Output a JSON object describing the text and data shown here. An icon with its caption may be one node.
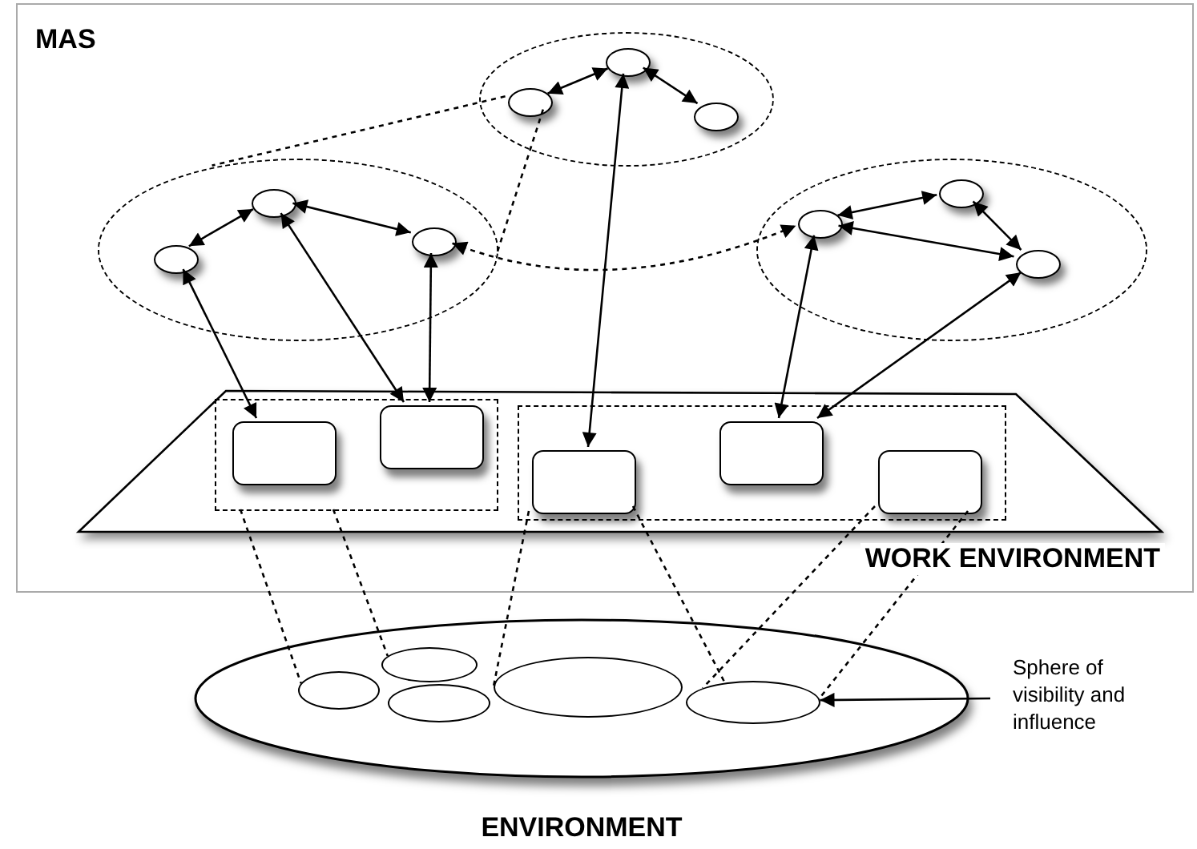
{
  "diagram": {
    "nodes": [
      {
        "text": [
          "MAS"
        ]
      },
      {
        "text": [],
        "shape": "ellipse",
        "in": 0
      },
      {
        "text": [],
        "shape": "ellipse",
        "in": 1
      },
      {
        "text": [],
        "shape": "ellipse",
        "in": 1
      },
      {
        "text": [],
        "shape": "ellipse",
        "in": 1
      },
      {
        "text": [],
        "shape": "ellipse",
        "in": 0
      },
      {
        "text": [],
        "shape": "ellipse",
        "in": 5
      },
      {
        "text": [],
        "shape": "ellipse",
        "in": 5
      },
      {
        "text": [],
        "shape": "ellipse",
        "in": 5
      },
      {
        "text": [],
        "shape": "ellipse",
        "in": 0
      },
      {
        "text": [],
        "shape": "ellipse",
        "in": 9
      },
      {
        "text": [],
        "shape": "ellipse",
        "in": 9
      },
      {
        "text": [],
        "shape": "ellipse",
        "in": 9
      },
      {
        "text": [
          "WORK ENVIRONMENT"
        ],
        "in": 0
      },
      {
        "text": [],
        "shape": "box",
        "in": 13
      },
      {
        "text": [],
        "shape": "box",
        "in": 14
      },
      {
        "text": [],
        "shape": "box",
        "in": 14
      },
      {
        "text": [],
        "shape": "box",
        "in": 13
      },
      {
        "text": [],
        "shape": "box",
        "in": 17
      },
      {
        "text": [],
        "shape": "box",
        "in": 17
      },
      {
        "text": [],
        "shape": "box",
        "in": 17
      },
      {
        "text": [
          "ENVIRONMENT"
        ]
      },
      {
        "text": [],
        "shape": "ellipse",
        "in": 21
      },
      {
        "text": [],
        "shape": "ellipse",
        "in": 21
      },
      {
        "text": [],
        "shape": "ellipse",
        "in": 21
      },
      {
        "text": [],
        "shape": "ellipse",
        "in": 21
      },
      {
        "text": [],
        "shape": "ellipse",
        "in": 21
      },
      {
        "text": [
          "Sphere of visibility and influence"
        ]
      }
    ],
    "edges": [
      {
        "from": 2,
        "to": 3,
        "arrow": "both"
      },
      {
        "from": 3,
        "to": 4,
        "arrow": "both"
      },
      {
        "from": 6,
        "to": 7,
        "arrow": "both"
      },
      {
        "from": 7,
        "to": 8,
        "arrow": "both"
      },
      {
        "from": 10,
        "to": 11,
        "arrow": "both"
      },
      {
        "from": 10,
        "to": 12,
        "arrow": "both"
      },
      {
        "from": 11,
        "to": 12,
        "arrow": "both"
      },
      {
        "from": 2,
        "to": 5,
        "arrow": "none",
        "style": "dashed"
      },
      {
        "from": 2,
        "to": 5,
        "arrow": "none",
        "style": "dashed"
      },
      {
        "from": 8,
        "to": 10,
        "arrow": "both",
        "style": "dashed"
      },
      {
        "from": 6,
        "to": 15,
        "arrow": "both"
      },
      {
        "from": 7,
        "to": 16,
        "arrow": "both"
      },
      {
        "from": 8,
        "to": 16,
        "arrow": "both"
      },
      {
        "from": 3,
        "to": 18,
        "arrow": "both"
      },
      {
        "from": 10,
        "to": 19,
        "arrow": "both"
      },
      {
        "from": 12,
        "to": 19,
        "arrow": "both"
      },
      {
        "from": 14,
        "to": 22,
        "arrow": "none",
        "style": "dashed"
      },
      {
        "from": 14,
        "to": 23,
        "arrow": "none",
        "style": "dashed"
      },
      {
        "from": 18,
        "to": 25,
        "arrow": "none",
        "style": "dashed"
      },
      {
        "from": 18,
        "to": 26,
        "arrow": "none",
        "style": "dashed"
      },
      {
        "from": 20,
        "to": 26,
        "arrow": "none",
        "style": "dashed"
      },
      {
        "from": 20,
        "to": 26,
        "arrow": "none",
        "style": "dashed"
      },
      {
        "from": 27,
        "to": 26,
        "arrow": "to"
      }
    ]
  }
}
